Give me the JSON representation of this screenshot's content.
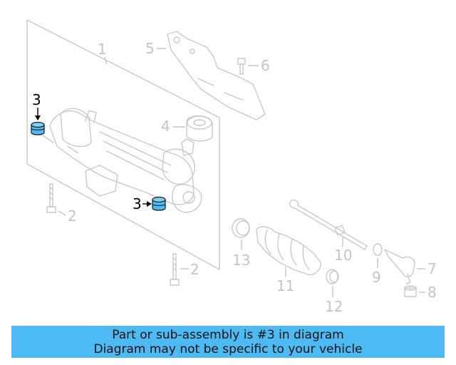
{
  "diagram": {
    "callouts": {
      "c1": "1",
      "c2a": "2",
      "c2b": "2",
      "c3a": "3",
      "c3b": "3",
      "c4": "4",
      "c5": "5",
      "c6": "6",
      "c7": "7",
      "c8": "8",
      "c9": "9",
      "c10": "10",
      "c11": "11",
      "c12": "12",
      "c13": "13"
    },
    "highlight_part": "3"
  },
  "colors": {
    "highlight_fill": "#4ebaf4",
    "banner_bg": "#4ebaf4",
    "inactive_line": "#c4c4c4"
  },
  "banner": {
    "line1": "Part or sub-assembly is #3 in diagram",
    "line2": "Diagram may not be specific to your vehicle"
  }
}
